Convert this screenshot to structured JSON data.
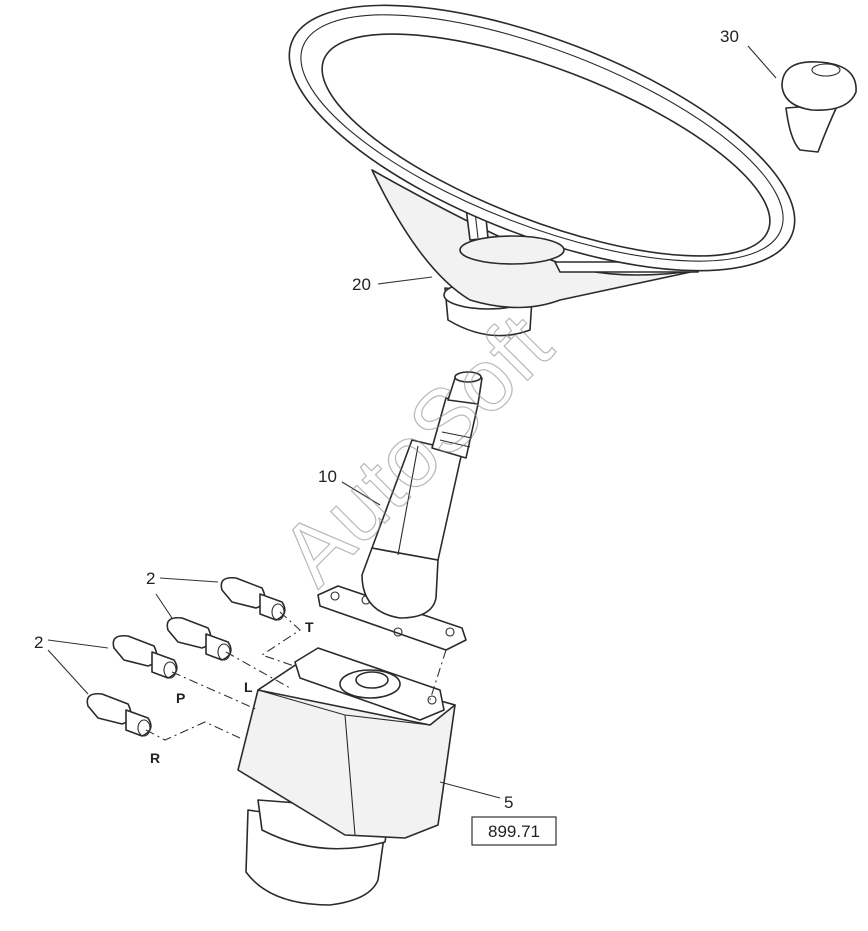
{
  "watermark": "AutoSoft",
  "callouts": {
    "knob": "30",
    "wheel": "20",
    "column": "10",
    "fittings_top": "2",
    "fittings_bottom": "2",
    "steering_unit": "5"
  },
  "ports": {
    "t": "T",
    "l": "L",
    "p": "P",
    "r": "R"
  },
  "reference": "899.71"
}
